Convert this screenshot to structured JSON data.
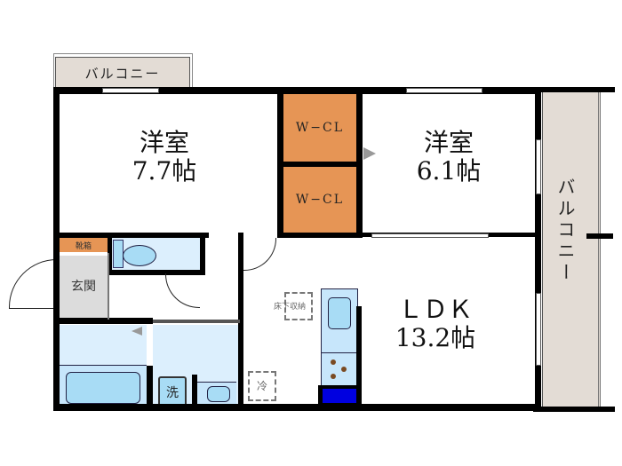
{
  "floorplan": {
    "rooms": {
      "western_room_1": {
        "name": "洋室",
        "size": "7.7帖"
      },
      "western_room_2": {
        "name": "洋室",
        "size": "6.1帖"
      },
      "ldk": {
        "name": "ＬＤＫ",
        "size": "13.2帖"
      },
      "wcl_upper": {
        "name": "W−CL"
      },
      "wcl_lower": {
        "name": "W−CL"
      },
      "entrance": {
        "name": "玄関"
      },
      "shoe_box": {
        "name": "靴箱"
      },
      "balcony_top": {
        "name": "バルコニー"
      },
      "balcony_right": {
        "name": "バルコニー"
      },
      "washer": {
        "name": "洗"
      },
      "underfloor_storage": {
        "name": "床下収納"
      },
      "fridge": {
        "name": "冷"
      }
    },
    "colors": {
      "closet": "#e69555",
      "balcony": "#e3dcd5",
      "wet_area": "#dceffd",
      "fixture": "#a8dcf5",
      "entrance": "#dcdcdc",
      "stove_base": "#0000e0"
    }
  }
}
